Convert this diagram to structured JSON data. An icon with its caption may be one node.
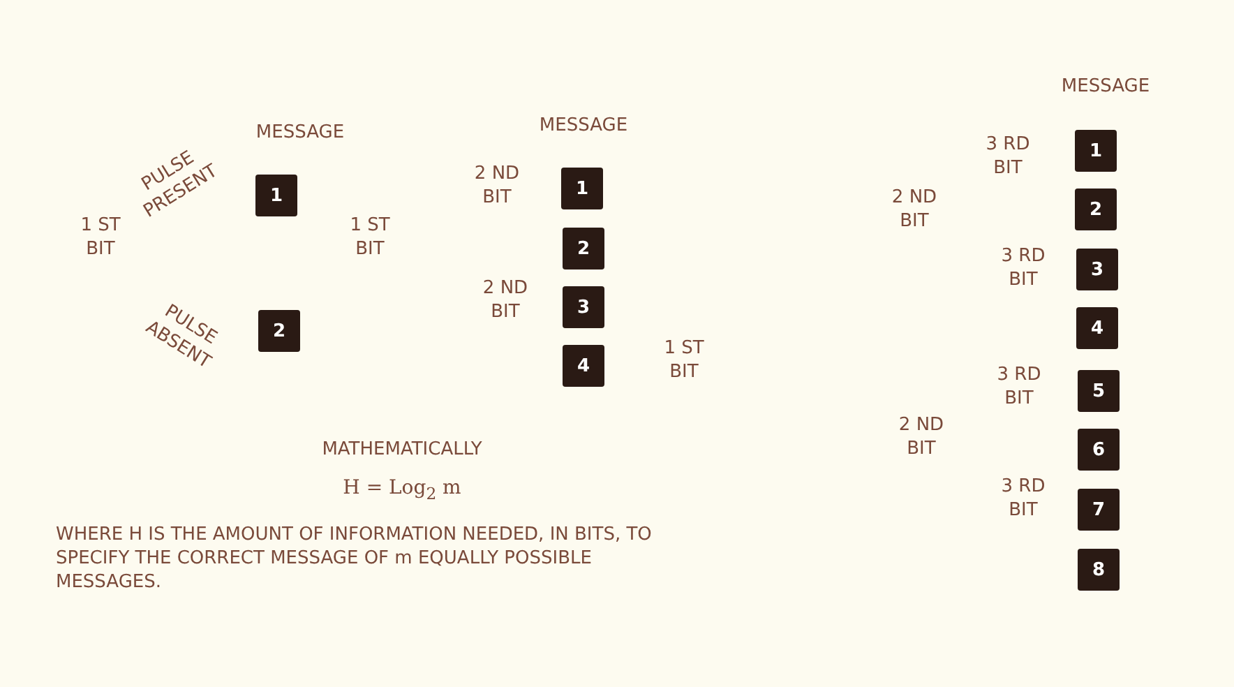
{
  "diagram": {
    "nodes": [
      {
        "text": [
          "1"
        ]
      },
      {
        "text": [
          "2"
        ]
      },
      {
        "text": [
          "1"
        ]
      },
      {
        "text": [
          "2"
        ]
      },
      {
        "text": [
          "3"
        ]
      },
      {
        "text": [
          "4"
        ]
      },
      {
        "text": [
          "1"
        ]
      },
      {
        "text": [
          "2"
        ]
      },
      {
        "text": [
          "3"
        ]
      },
      {
        "text": [
          "4"
        ]
      },
      {
        "text": [
          "5"
        ]
      },
      {
        "text": [
          "6"
        ]
      },
      {
        "text": [
          "7"
        ]
      },
      {
        "text": [
          "8"
        ]
      }
    ],
    "edges": [],
    "labels": [
      "MESSAGE",
      "MESSAGE",
      "MESSAGE",
      "PULSE PRESENT",
      "1 ST BIT",
      "1 ST BIT",
      "PULSE ABSENT",
      "2 ND BIT",
      "2 ND BIT",
      "1 ST BIT",
      "3 RD BIT",
      "2 ND BIT",
      "3 RD BIT",
      "3 RD BIT",
      "2 ND BIT",
      "3 RD BIT",
      "MATHEMATICALLY",
      "H = Log$_{2}$ m",
      "WHERE H IS THE AMOUNT OF INFORMATION NEEDED, IN BITS, TO SPECIFY THE CORRECT MESSAGE OF m EQUALLY POSSIBLE MESSAGES."
    ]
  }
}
